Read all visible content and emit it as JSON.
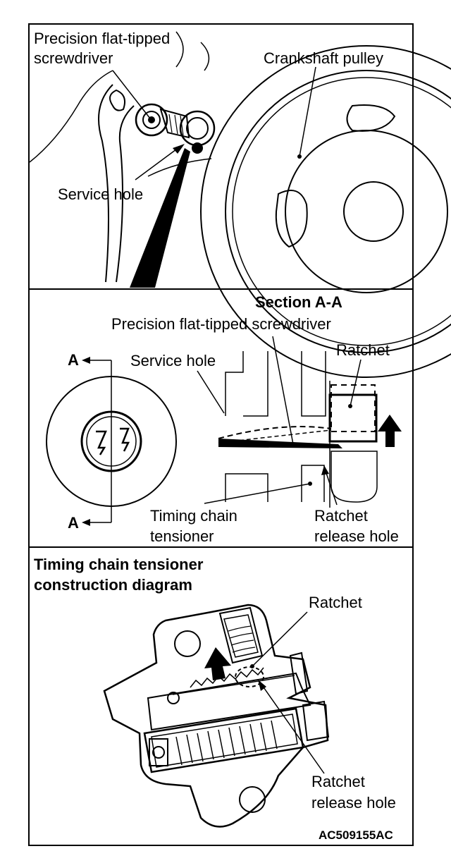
{
  "panel1": {
    "labels": {
      "screwdriver_l1": "Precision flat-tipped",
      "screwdriver_l2": "screwdriver",
      "pulley": "Crankshaft pulley",
      "service_hole": "Service hole"
    }
  },
  "panel2": {
    "title": "Section A-A",
    "labels": {
      "screwdriver": "Precision flat-tipped screwdriver",
      "service_hole": "Service hole",
      "ratchet": "Ratchet",
      "section_a_top": "A",
      "section_a_bottom": "A",
      "tensioner_l1": "Timing chain",
      "tensioner_l2": "tensioner",
      "release_l1": "Ratchet",
      "release_l2": "release hole"
    }
  },
  "panel3": {
    "title_l1": "Timing chain tensioner",
    "title_l2": "construction diagram",
    "labels": {
      "ratchet": "Ratchet",
      "release_l1": "Ratchet",
      "release_l2": "release hole"
    },
    "code": "AC509155AC"
  }
}
